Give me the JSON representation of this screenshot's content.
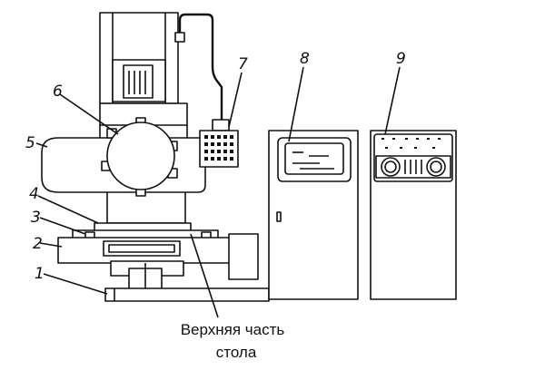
{
  "labels": {
    "l1": "1",
    "l2": "2",
    "l3": "3",
    "l4": "4",
    "l5": "5",
    "l6": "6",
    "l7": "7",
    "l8": "8",
    "l9": "9"
  },
  "caption": {
    "line1": "Верхняя часть",
    "line2": "стола"
  }
}
